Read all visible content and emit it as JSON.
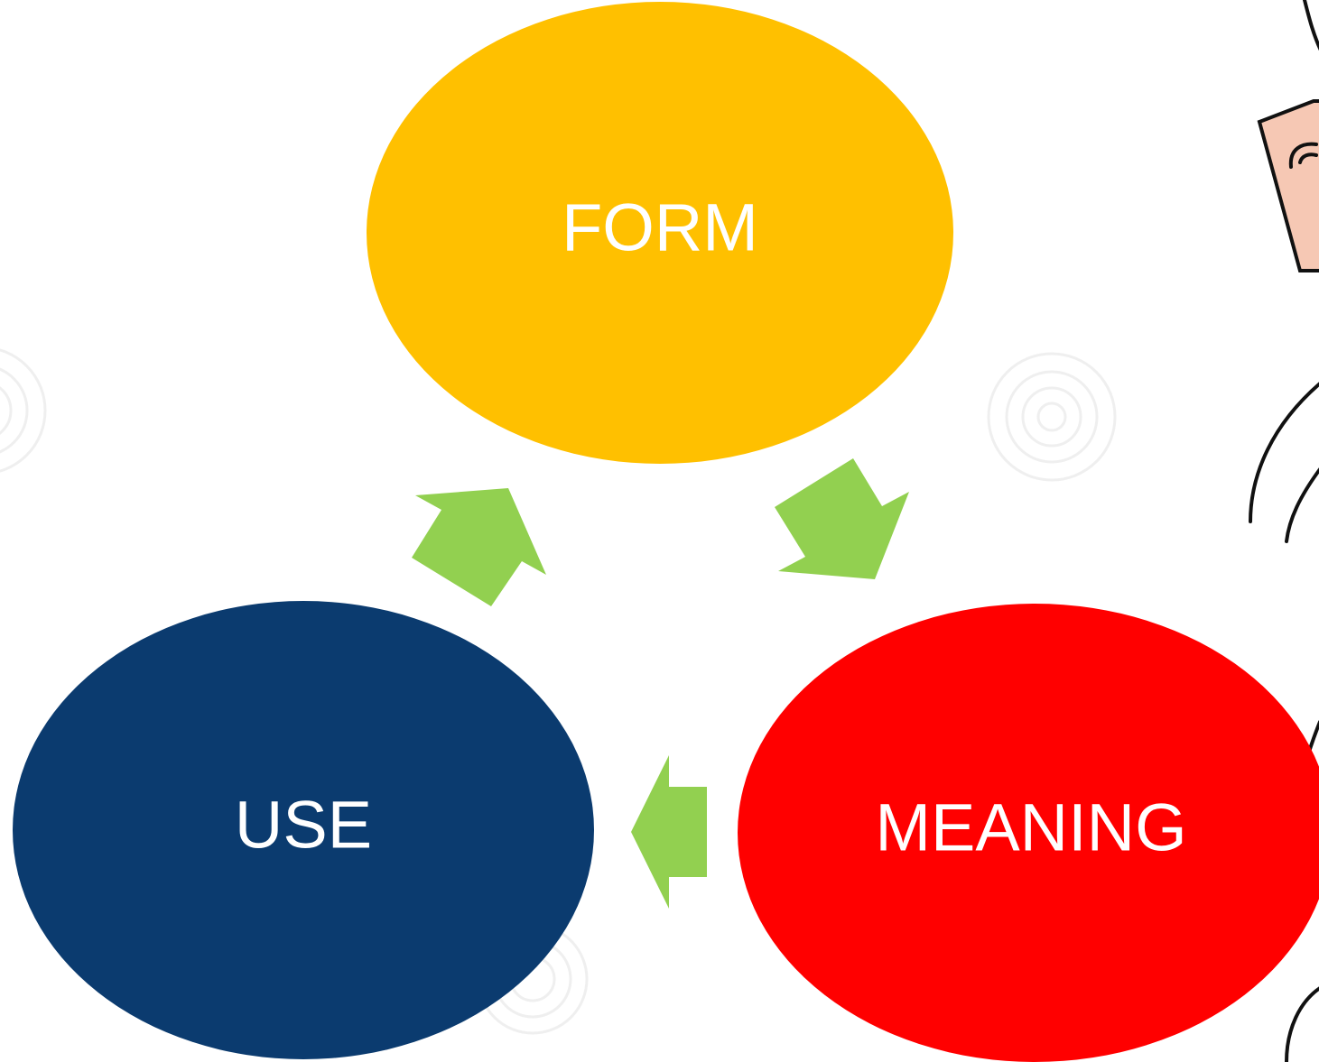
{
  "diagram": {
    "nodes": [
      {
        "id": "form",
        "label": "FORM",
        "color": "#FFC000"
      },
      {
        "id": "meaning",
        "label": "MEANING",
        "color": "#FF0000"
      },
      {
        "id": "use",
        "label": "USE",
        "color": "#0B3B6F"
      }
    ],
    "edges": [
      {
        "from": "form",
        "to": "meaning"
      },
      {
        "from": "meaning",
        "to": "use"
      },
      {
        "from": "use",
        "to": "form"
      }
    ],
    "arrow_color": "#92D050",
    "text_color": "#FFFFFF"
  },
  "background": {
    "cartoon_line_color": "#111111",
    "cartoon_skin_color": "#F6C8B4",
    "watermark_color": "#EFEFEF"
  }
}
